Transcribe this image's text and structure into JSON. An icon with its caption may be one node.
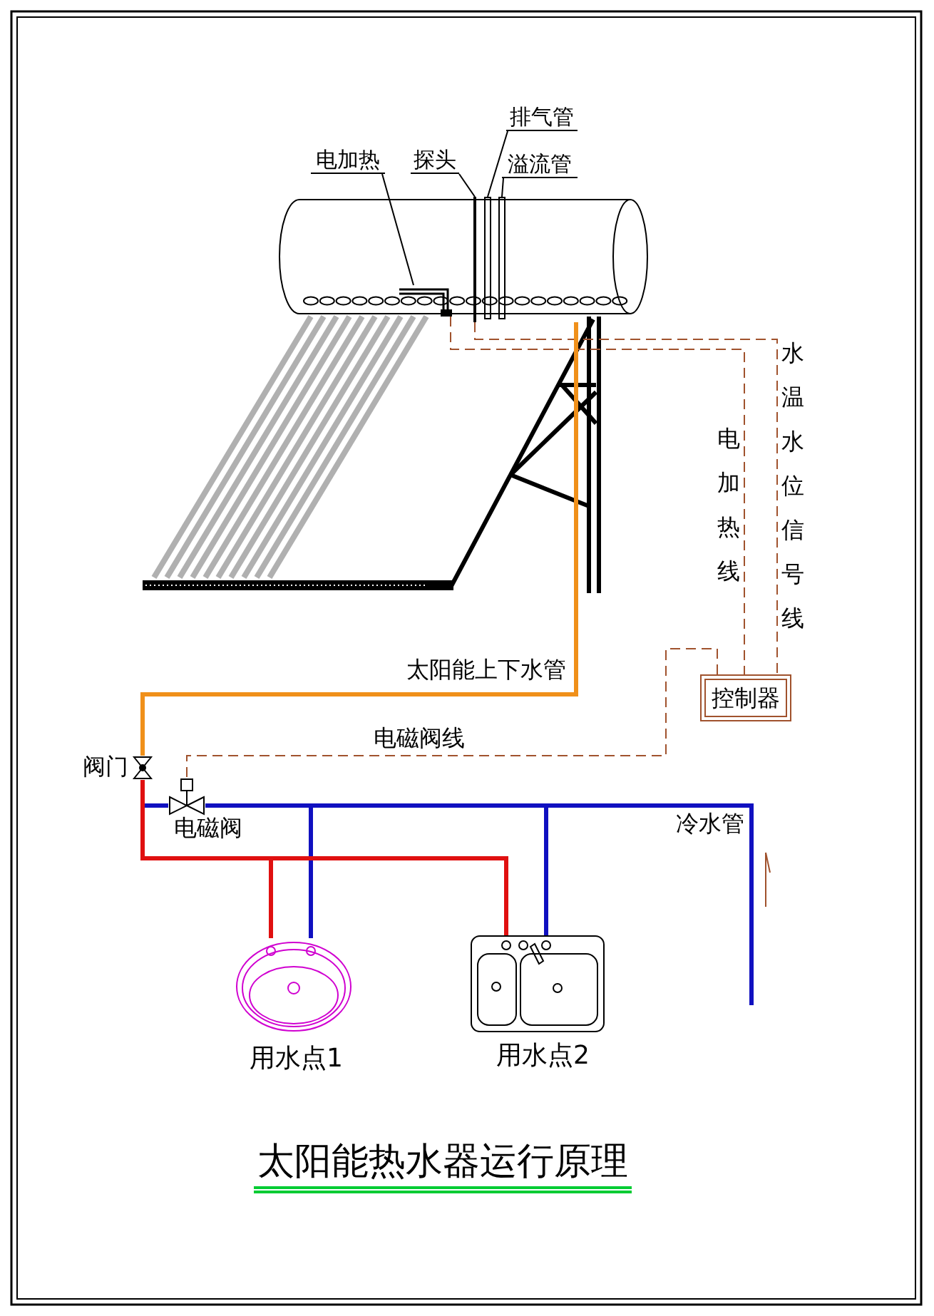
{
  "diagram": {
    "title": "太阳能热水器运行原理",
    "nodes": [
      {
        "text": [],
        "shape": "cylinder"
      },
      {
        "text": [],
        "shape": "bar",
        "in": 0
      },
      {
        "text": [],
        "shape": "bar",
        "in": 0
      },
      {
        "text": [],
        "shape": "bar",
        "in": 0
      },
      {
        "text": [],
        "shape": "bar",
        "in": 0
      },
      {
        "text": [
          "电加热"
        ]
      },
      {
        "text": [
          "探头"
        ]
      },
      {
        "text": [
          "排气管"
        ]
      },
      {
        "text": [
          "溢流管"
        ]
      },
      {
        "text": [
          "控制器"
        ]
      },
      {
        "text": [],
        "shape": "picture",
        "beside": [
          "阀门"
        ]
      },
      {
        "text": [],
        "shape": "picture",
        "beside": [
          "电磁阀"
        ]
      },
      {
        "text": [],
        "shape": "picture",
        "beside": [
          "用水点1"
        ]
      },
      {
        "text": [],
        "shape": "picture",
        "beside": [
          "用水点2"
        ]
      }
    ],
    "edges": [
      {
        "from": 5,
        "to": 1,
        "arrow": "none"
      },
      {
        "from": 6,
        "to": 2,
        "arrow": "none"
      },
      {
        "from": 7,
        "to": 3,
        "arrow": "none"
      },
      {
        "from": 8,
        "to": 4,
        "arrow": "none"
      },
      {
        "from": 1,
        "to": 9,
        "arrow": "none",
        "label": "电加热线",
        "style": "dashed",
        "color": "#a0522d"
      },
      {
        "from": 2,
        "to": 9,
        "arrow": "none",
        "label": "水温水位信号线",
        "style": "dashed",
        "color": "#a0522d"
      },
      {
        "from": 9,
        "to": 11,
        "arrow": "none",
        "label": "电磁阀线",
        "style": "dashed",
        "color": "#a0522d"
      },
      {
        "from": 0,
        "to": 10,
        "arrow": "none",
        "label": "太阳能上下水管",
        "style": "thick",
        "color": "#f0901a"
      },
      {
        "from": null,
        "to": 11,
        "arrow": "none",
        "label": "冷水管",
        "style": "thick",
        "color": "#1010c0"
      },
      {
        "from": null,
        "to": 12,
        "arrow": "none",
        "style": "thick",
        "color": "#1010c0"
      },
      {
        "from": null,
        "to": 13,
        "arrow": "none",
        "style": "thick",
        "color": "#1010c0"
      },
      {
        "from": 11,
        "to": 10,
        "arrow": "none",
        "style": "thick",
        "color": "#1010c0"
      },
      {
        "from": 10,
        "to": 12,
        "arrow": "none",
        "style": "thick",
        "color": "#e01010"
      },
      {
        "from": 10,
        "to": 13,
        "arrow": "none",
        "style": "thick",
        "color": "#e01010"
      }
    ]
  }
}
